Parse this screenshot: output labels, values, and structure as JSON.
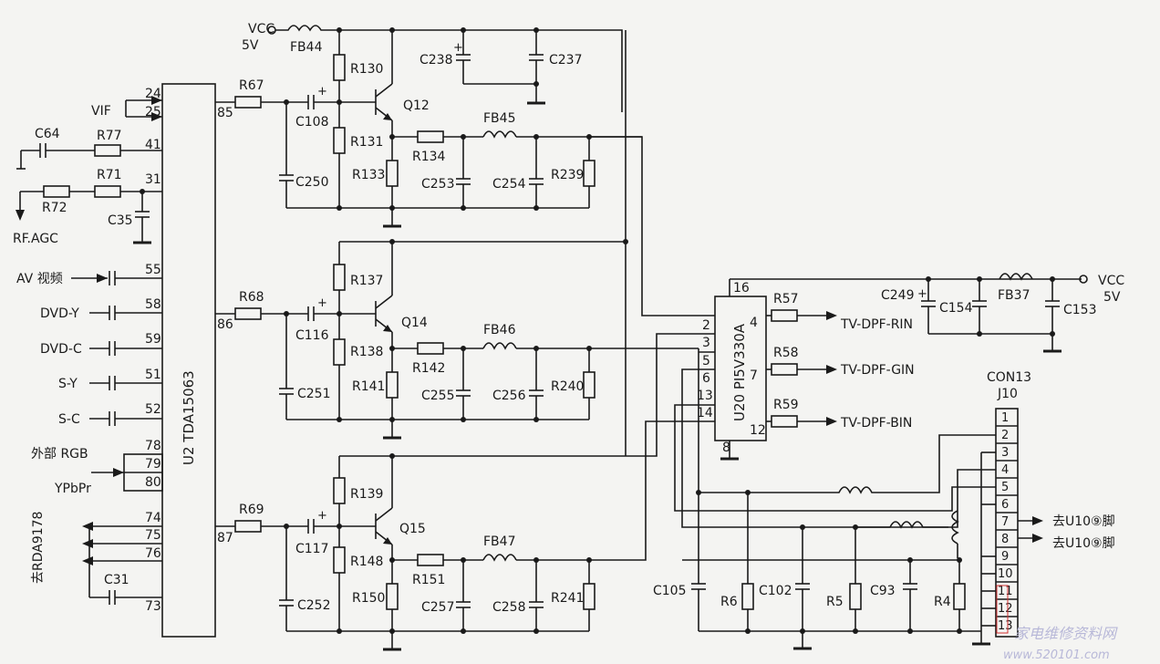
{
  "chip_u2": {
    "name": "U2 TDA15063",
    "pins": [
      "24",
      "25",
      "41",
      "31",
      "85",
      "55",
      "58",
      "59",
      "51",
      "52",
      "78",
      "79",
      "80",
      "74",
      "75",
      "76",
      "73",
      "86",
      "87"
    ]
  },
  "chip_u20": {
    "name": "U20 PI5V330A",
    "pins": [
      "16",
      "2",
      "3",
      "4",
      "5",
      "6",
      "7",
      "13",
      "14",
      "12",
      "8"
    ]
  },
  "connector": {
    "name": "CON13",
    "ref": "J10",
    "pins": [
      "1",
      "2",
      "3",
      "4",
      "5",
      "6",
      "7",
      "8",
      "9",
      "10",
      "11",
      "12",
      "13"
    ]
  },
  "signals": {
    "vif": "VIF",
    "rf_agc": "RF.AGC",
    "av": "AV 视频",
    "dvd_y": "DVD-Y",
    "dvd_c": "DVD-C",
    "s_y": "S-Y",
    "s_c": "S-C",
    "ext_rgb": "外部 RGB",
    "ypbpr": "YPbPr",
    "rda": "去RDA9178",
    "vcc_top": "VCC",
    "v5_top": "5V",
    "vcc_right": "VCC",
    "v5_right": "5V",
    "rin": "TV-DPF-RIN",
    "gin": "TV-DPF-GIN",
    "bin": "TV-DPF-BIN",
    "out7": "去U10⑨脚",
    "out8": "去U10⑨脚"
  },
  "parts": {
    "FB44": "FB44",
    "R130": "R130",
    "C238": "C238",
    "C237": "C237",
    "R67": "R67",
    "C108": "C108",
    "Q12": "Q12",
    "R131": "R131",
    "R134": "R134",
    "FB45": "FB45",
    "C250": "C250",
    "R133": "R133",
    "C253": "C253",
    "C254": "C254",
    "R239": "R239",
    "C64": "C64",
    "R77": "R77",
    "R71": "R71",
    "R72": "R72",
    "C35": "C35",
    "R137": "R137",
    "R68": "R68",
    "C116": "C116",
    "Q14": "Q14",
    "R138": "R138",
    "R142": "R142",
    "FB46": "FB46",
    "R141": "R141",
    "C251": "C251",
    "C255": "C255",
    "C256": "C256",
    "R240": "R240",
    "R139": "R139",
    "R69": "R69",
    "C117": "C117",
    "Q15": "Q15",
    "R148": "R148",
    "R151": "R151",
    "FB47": "FB47",
    "R150": "R150",
    "C252": "C252",
    "C257": "C257",
    "C258": "C258",
    "R241": "R241",
    "C31": "C31",
    "C249": "C249",
    "C154": "C154",
    "FB37": "FB37",
    "C153": "C153",
    "R57": "R57",
    "R58": "R58",
    "R59": "R59",
    "C105": "C105",
    "R6": "R6",
    "C102": "C102",
    "R5": "R5",
    "C93": "C93",
    "R4": "R4"
  },
  "polarity": "+",
  "watermark": "家电维修资料网",
  "watermark_url": "www.520101.com"
}
